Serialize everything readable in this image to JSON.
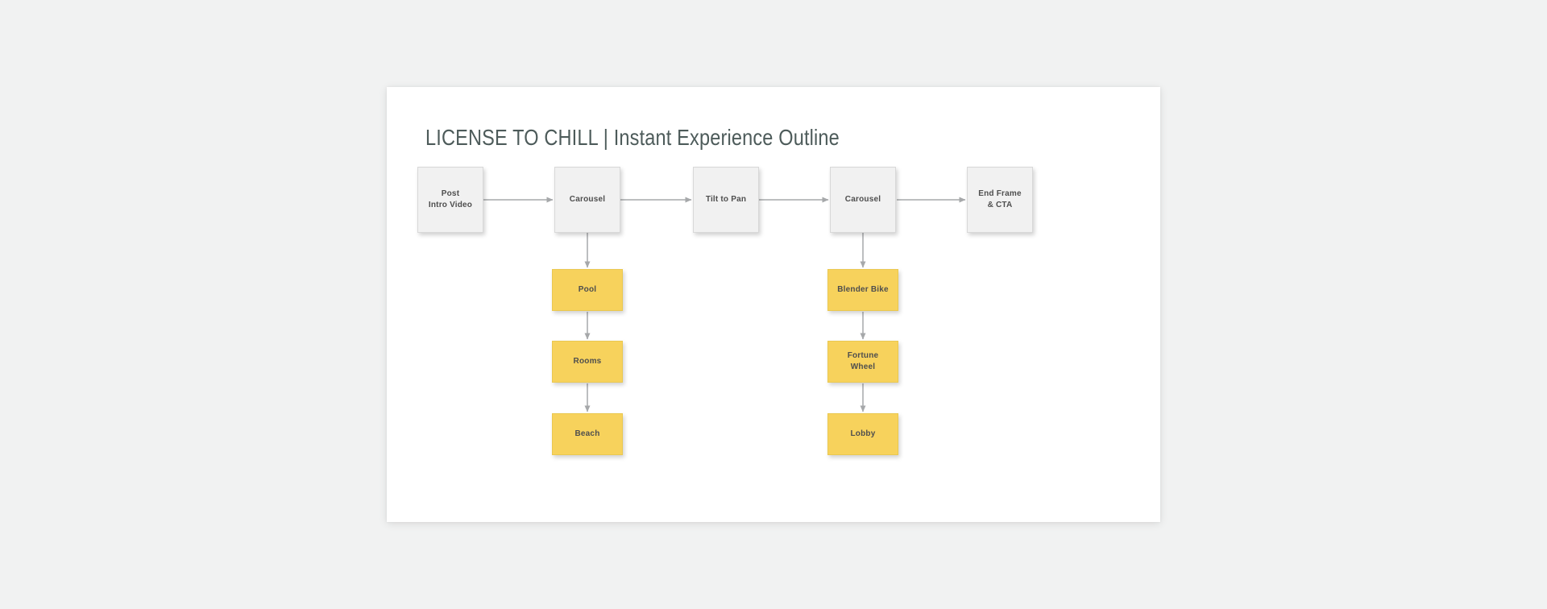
{
  "theme": {
    "page_bg": "#f1f2f2",
    "card_bg": "#ffffff",
    "title_color": "#4d5b5a",
    "node_gray_bg": "#f1f1f1",
    "node_gray_border": "#d8d8d8",
    "node_yellow_bg": "#f7d25c",
    "node_yellow_border": "#eac850",
    "node_text_color": "#4e4e4e",
    "arrow_color": "#a6a8aa"
  },
  "slide": {
    "title": "LICENSE TO CHILL | Instant Experience Outline"
  },
  "diagram": {
    "main_flow": [
      {
        "id": "post-intro-video",
        "label": "Post\nIntro Video"
      },
      {
        "id": "carousel-1",
        "label": "Carousel"
      },
      {
        "id": "tilt-to-pan",
        "label": "Tilt to Pan"
      },
      {
        "id": "carousel-2",
        "label": "Carousel"
      },
      {
        "id": "end-frame-cta",
        "label": "End Frame\n& CTA"
      }
    ],
    "carousel_1_items": [
      {
        "id": "pool",
        "label": "Pool"
      },
      {
        "id": "rooms",
        "label": "Rooms"
      },
      {
        "id": "beach",
        "label": "Beach"
      }
    ],
    "carousel_2_items": [
      {
        "id": "blender-bike",
        "label": "Blender Bike"
      },
      {
        "id": "fortune-wheel",
        "label": "Fortune\nWheel"
      },
      {
        "id": "lobby",
        "label": "Lobby"
      }
    ],
    "connections": [
      {
        "from": "post-intro-video",
        "to": "carousel-1"
      },
      {
        "from": "carousel-1",
        "to": "tilt-to-pan"
      },
      {
        "from": "tilt-to-pan",
        "to": "carousel-2"
      },
      {
        "from": "carousel-2",
        "to": "end-frame-cta"
      },
      {
        "from": "carousel-1",
        "to": "pool"
      },
      {
        "from": "pool",
        "to": "rooms"
      },
      {
        "from": "rooms",
        "to": "beach"
      },
      {
        "from": "carousel-2",
        "to": "blender-bike"
      },
      {
        "from": "blender-bike",
        "to": "fortune-wheel"
      },
      {
        "from": "fortune-wheel",
        "to": "lobby"
      }
    ]
  }
}
